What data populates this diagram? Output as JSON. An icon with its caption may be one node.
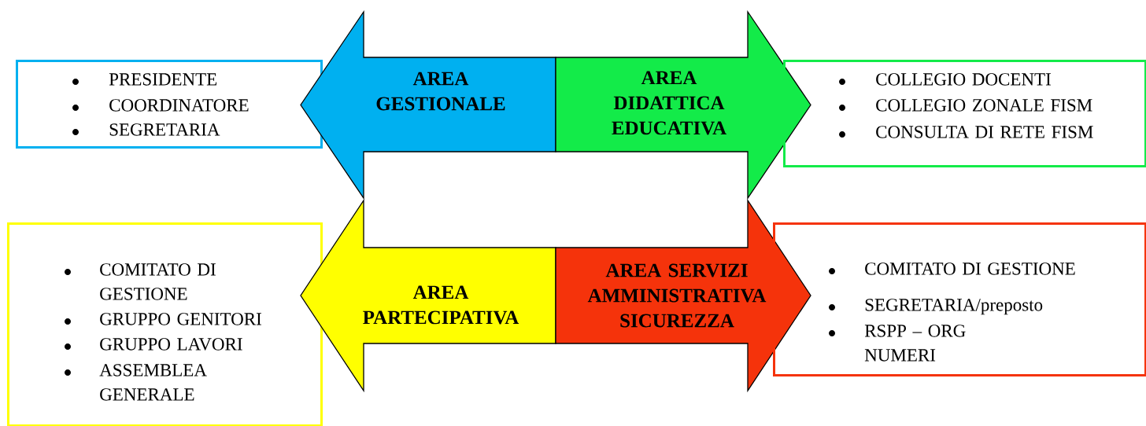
{
  "diagram": {
    "nodes": [
      {
        "text": [
          "PRESIDENTE",
          "COORDINATORE",
          "SEGRETARIA"
        ]
      },
      {
        "text": [
          "AREA GESTIONALE"
        ]
      },
      {
        "text": [
          "AREA DIDATTICA EDUCATIVA"
        ]
      },
      {
        "text": [
          "COLLEGIO DOCENTI",
          "COLLEGIO ZONALE FISM",
          "CONSULTA DI RETE FISM"
        ]
      },
      {
        "text": [
          "COMITATO DI GESTIONE",
          "GRUPPO GENITORI",
          "GRUPPO LAVORI",
          "ASSEMBLEA GENERALE"
        ]
      },
      {
        "text": [
          "AREA PARTECIPATIVA"
        ]
      },
      {
        "text": [
          "AREA SERVIZI AMMINISTRATIVA SICUREZZA"
        ]
      },
      {
        "text": [
          "COMITATO DI GESTIONE",
          "SEGRETARIA/preposto",
          "RSPP – ORG NUMERI"
        ]
      }
    ]
  }
}
